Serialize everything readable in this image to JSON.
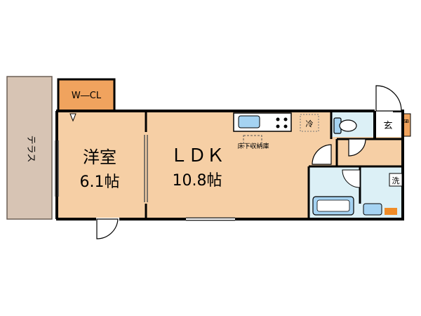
{
  "rooms": {
    "terrace": {
      "label": "テラス"
    },
    "wcl": {
      "label": "W―CL"
    },
    "western": {
      "name": "洋室",
      "size": "6.1帖"
    },
    "ldk": {
      "name": "ＬＤＫ",
      "size": "10.8帖"
    },
    "underfloor": {
      "label": "床下収納庫"
    },
    "entrance": {
      "label": "玄"
    },
    "shoebox": {
      "label": "SB"
    },
    "laundry": {
      "label": "洗"
    },
    "fridge": {
      "label": "冷"
    }
  },
  "colors": {
    "room_fill": "#f6cfa5",
    "closet_fill": "#f0a35e",
    "terrace_fill": "#d7c4b4",
    "wet_fill": "#dcf0f6",
    "fixture_fill": "#a5d3f2",
    "wall": "#000000",
    "accent": "#f08c28"
  }
}
